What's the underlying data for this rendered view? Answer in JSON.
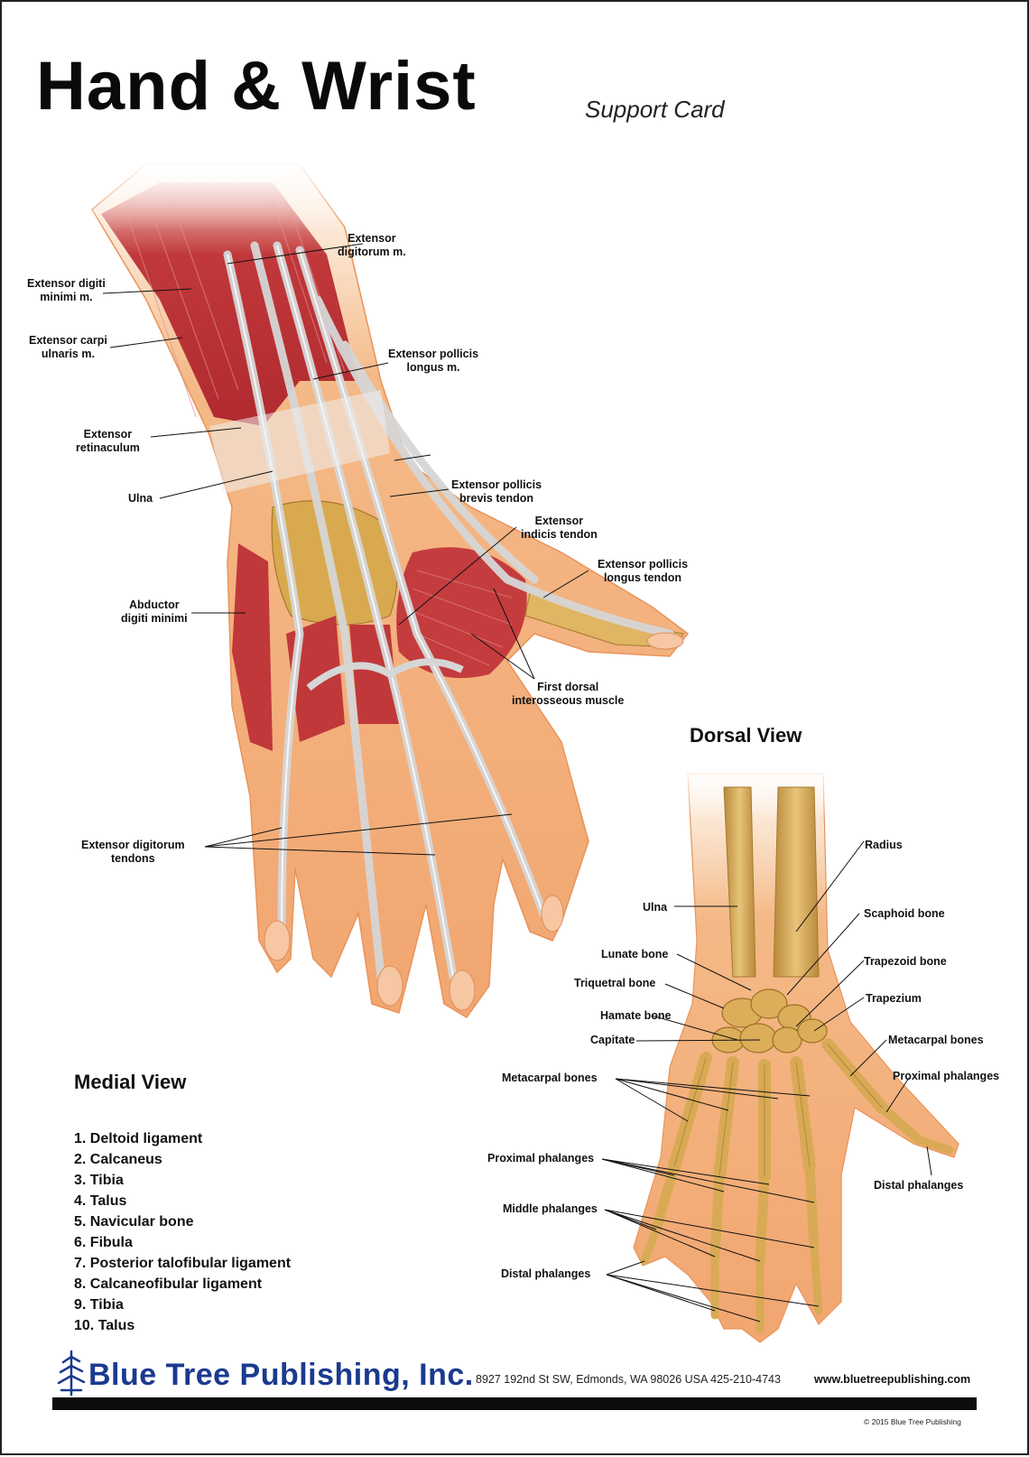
{
  "header": {
    "title": "Hand & Wrist",
    "subtitle": "Support Card"
  },
  "dorsal_muscle_labels": {
    "extensor_digitorum_m": "Extensor\ndigitorum m.",
    "extensor_digiti_minimi_m": "Extensor digiti\nminimi m.",
    "extensor_carpi_ulnaris_m": "Extensor carpi\nulnaris m.",
    "extensor_pollicis_longus_m": "Extensor pollicis\nlongus m.",
    "extensor_retinaculum": "Extensor\nretinaculum",
    "ulna": "Ulna",
    "extensor_pollicis_brevis_tendon": "Extensor pollicis\nbrevis tendon",
    "extensor_indicis_tendon": "Extensor\nindicis tendon",
    "extensor_pollicis_longus_tendon": "Extensor pollicis\nlongus tendon",
    "abductor_digiti_minimi": "Abductor\ndigiti minimi",
    "first_dorsal_interosseous": "First dorsal\ninterosseous muscle",
    "extensor_digitorum_tendons": "Extensor digitorum\ntendons"
  },
  "dorsal_view": {
    "title": "Dorsal View",
    "labels": {
      "radius": "Radius",
      "ulna": "Ulna",
      "scaphoid": "Scaphoid bone",
      "lunate": "Lunate bone",
      "trapezoid": "Trapezoid bone",
      "triquetral": "Triquetral bone",
      "trapezium": "Trapezium",
      "hamate": "Hamate bone",
      "capitate": "Capitate",
      "metacarpal_right": "Metacarpal bones",
      "metacarpal_left": "Metacarpal bones",
      "proximal_right": "Proximal phalanges",
      "proximal_left": "Proximal phalanges",
      "distal_right": "Distal phalanges",
      "middle_left": "Middle phalanges",
      "distal_left": "Distal phalanges"
    }
  },
  "medial_view": {
    "title": "Medial View",
    "items": [
      "1. Deltoid ligament",
      "2. Calcaneus",
      "3. Tibia",
      "4. Talus",
      "5. Navicular bone",
      "6. Fibula",
      "7. Posterior talofibular ligament",
      "8. Calcaneofibular ligament",
      "9. Tibia",
      "10. Talus"
    ]
  },
  "footer": {
    "company": "Blue Tree Publishing, Inc.",
    "address": "8927 192nd St SW, Edmonds, WA 98026 USA 425-210-4743",
    "website": "www.bluetreepublishing.com",
    "copyright": "© 2015 Blue Tree Publishing"
  },
  "colors": {
    "muscle": "#c0383a",
    "tendon": "#d9d9d9",
    "skin": "#f2b27e",
    "bone": "#d9aa55",
    "brand_blue": "#1a3a8f"
  }
}
